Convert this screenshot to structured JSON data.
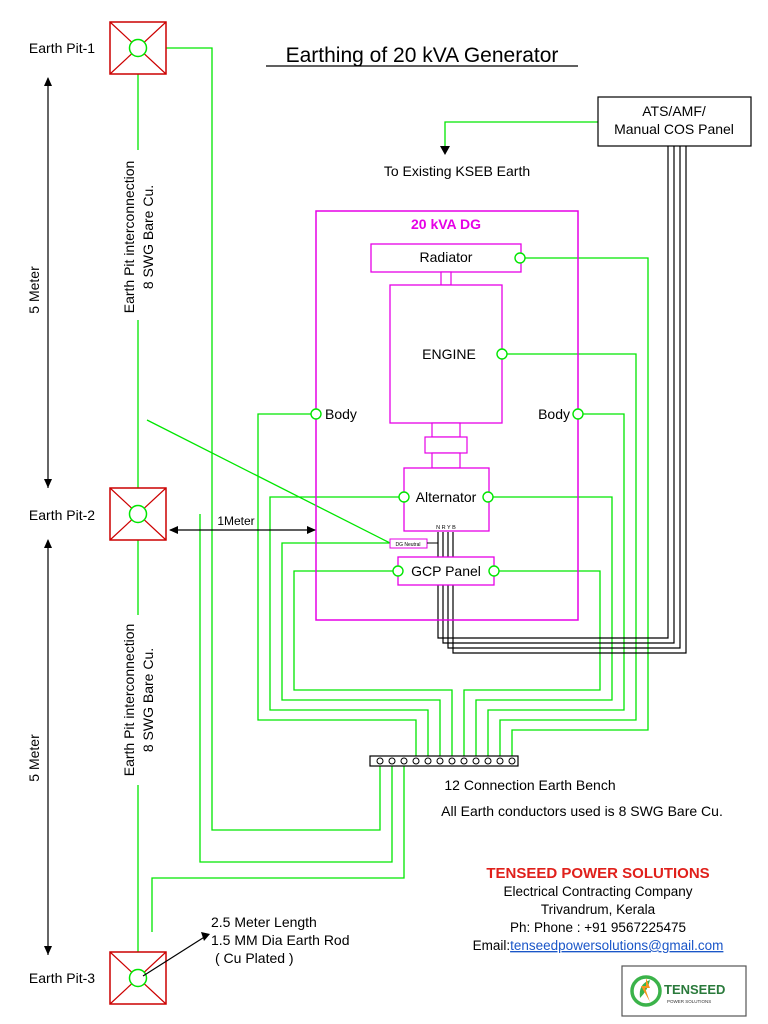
{
  "title": "Earthing of 20 kVA Generator",
  "earth_pits": {
    "pit1": "Earth Pit-1",
    "pit2": "Earth Pit-2",
    "pit3": "Earth Pit-3"
  },
  "dimensions": {
    "upper_span": "5 Meter",
    "lower_span": "5 Meter",
    "pit_to_dg": "1Meter"
  },
  "interconnection": {
    "line1": "Earth Pit interconnection",
    "line2": "8 SWG Bare Cu."
  },
  "ats_panel": {
    "line1": "ATS/AMF/",
    "line2": "Manual COS Panel"
  },
  "existing_earth": "To Existing KSEB Earth",
  "dg": {
    "title": "20 kVA DG",
    "radiator": "Radiator",
    "engine": "ENGINE",
    "body_left": "Body",
    "body_right": "Body",
    "alternator": "Alternator",
    "phase_labels": "N R Y B",
    "dg_neutral": "DG Neutral",
    "gcp_panel": "GCP Panel"
  },
  "earth_bench": {
    "label": "12 Connection Earth Bench",
    "note": "All Earth conductors used is 8 SWG Bare Cu."
  },
  "earth_rod": {
    "line1": "2.5 Meter Length",
    "line2": "1.5 MM Dia Earth Rod",
    "line3": "( Cu Plated )"
  },
  "company": {
    "name": "TENSEED POWER SOLUTIONS",
    "tagline": "Electrical Contracting Company",
    "location": "Trivandrum, Kerala",
    "phone": "Ph: Phone : +91 9567225475",
    "email_label": "Email:",
    "email": "tenseedpowersolutions@gmail.com",
    "logo_text": "TENSEED",
    "logo_sub": "POWER SOLUTIONS"
  },
  "colors": {
    "conductor": "#00e600",
    "dg_outline": "#e600e6",
    "pit_box": "#cc0000",
    "company_red": "#e0201b",
    "email_blue": "#1a56c8"
  }
}
